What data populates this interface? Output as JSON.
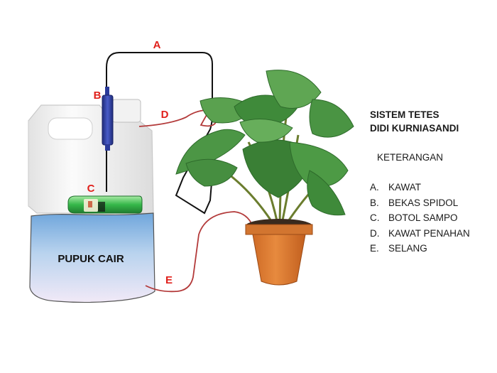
{
  "title_line1": "SISTEM TETES",
  "title_line2": "DIDI KURNIASANDI",
  "legend_heading": "KETERANGAN",
  "legend_items": [
    {
      "key": "A.",
      "text": "KAWAT"
    },
    {
      "key": "B.",
      "text": "BEKAS SPIDOL"
    },
    {
      "key": "C.",
      "text": "BOTOL SAMPO"
    },
    {
      "key": "D.",
      "text": "KAWAT PENAHAN"
    },
    {
      "key": "E.",
      "text": "SELANG"
    }
  ],
  "labels": {
    "a": "A",
    "b": "B",
    "c": "C",
    "d": "D",
    "e": "E"
  },
  "tank_label": "PUPUK CAIR",
  "colors": {
    "label_red": "#e0201b",
    "hose": "#b33a3a",
    "wire": "#111111",
    "liquid_top": "#6fa6dc",
    "liquid_bottom": "#f1e9f7",
    "marker": "#2a3a9a",
    "bottle": "#3fbf4a",
    "pot": "#d6762c",
    "leaf": "#3f8a3a"
  }
}
